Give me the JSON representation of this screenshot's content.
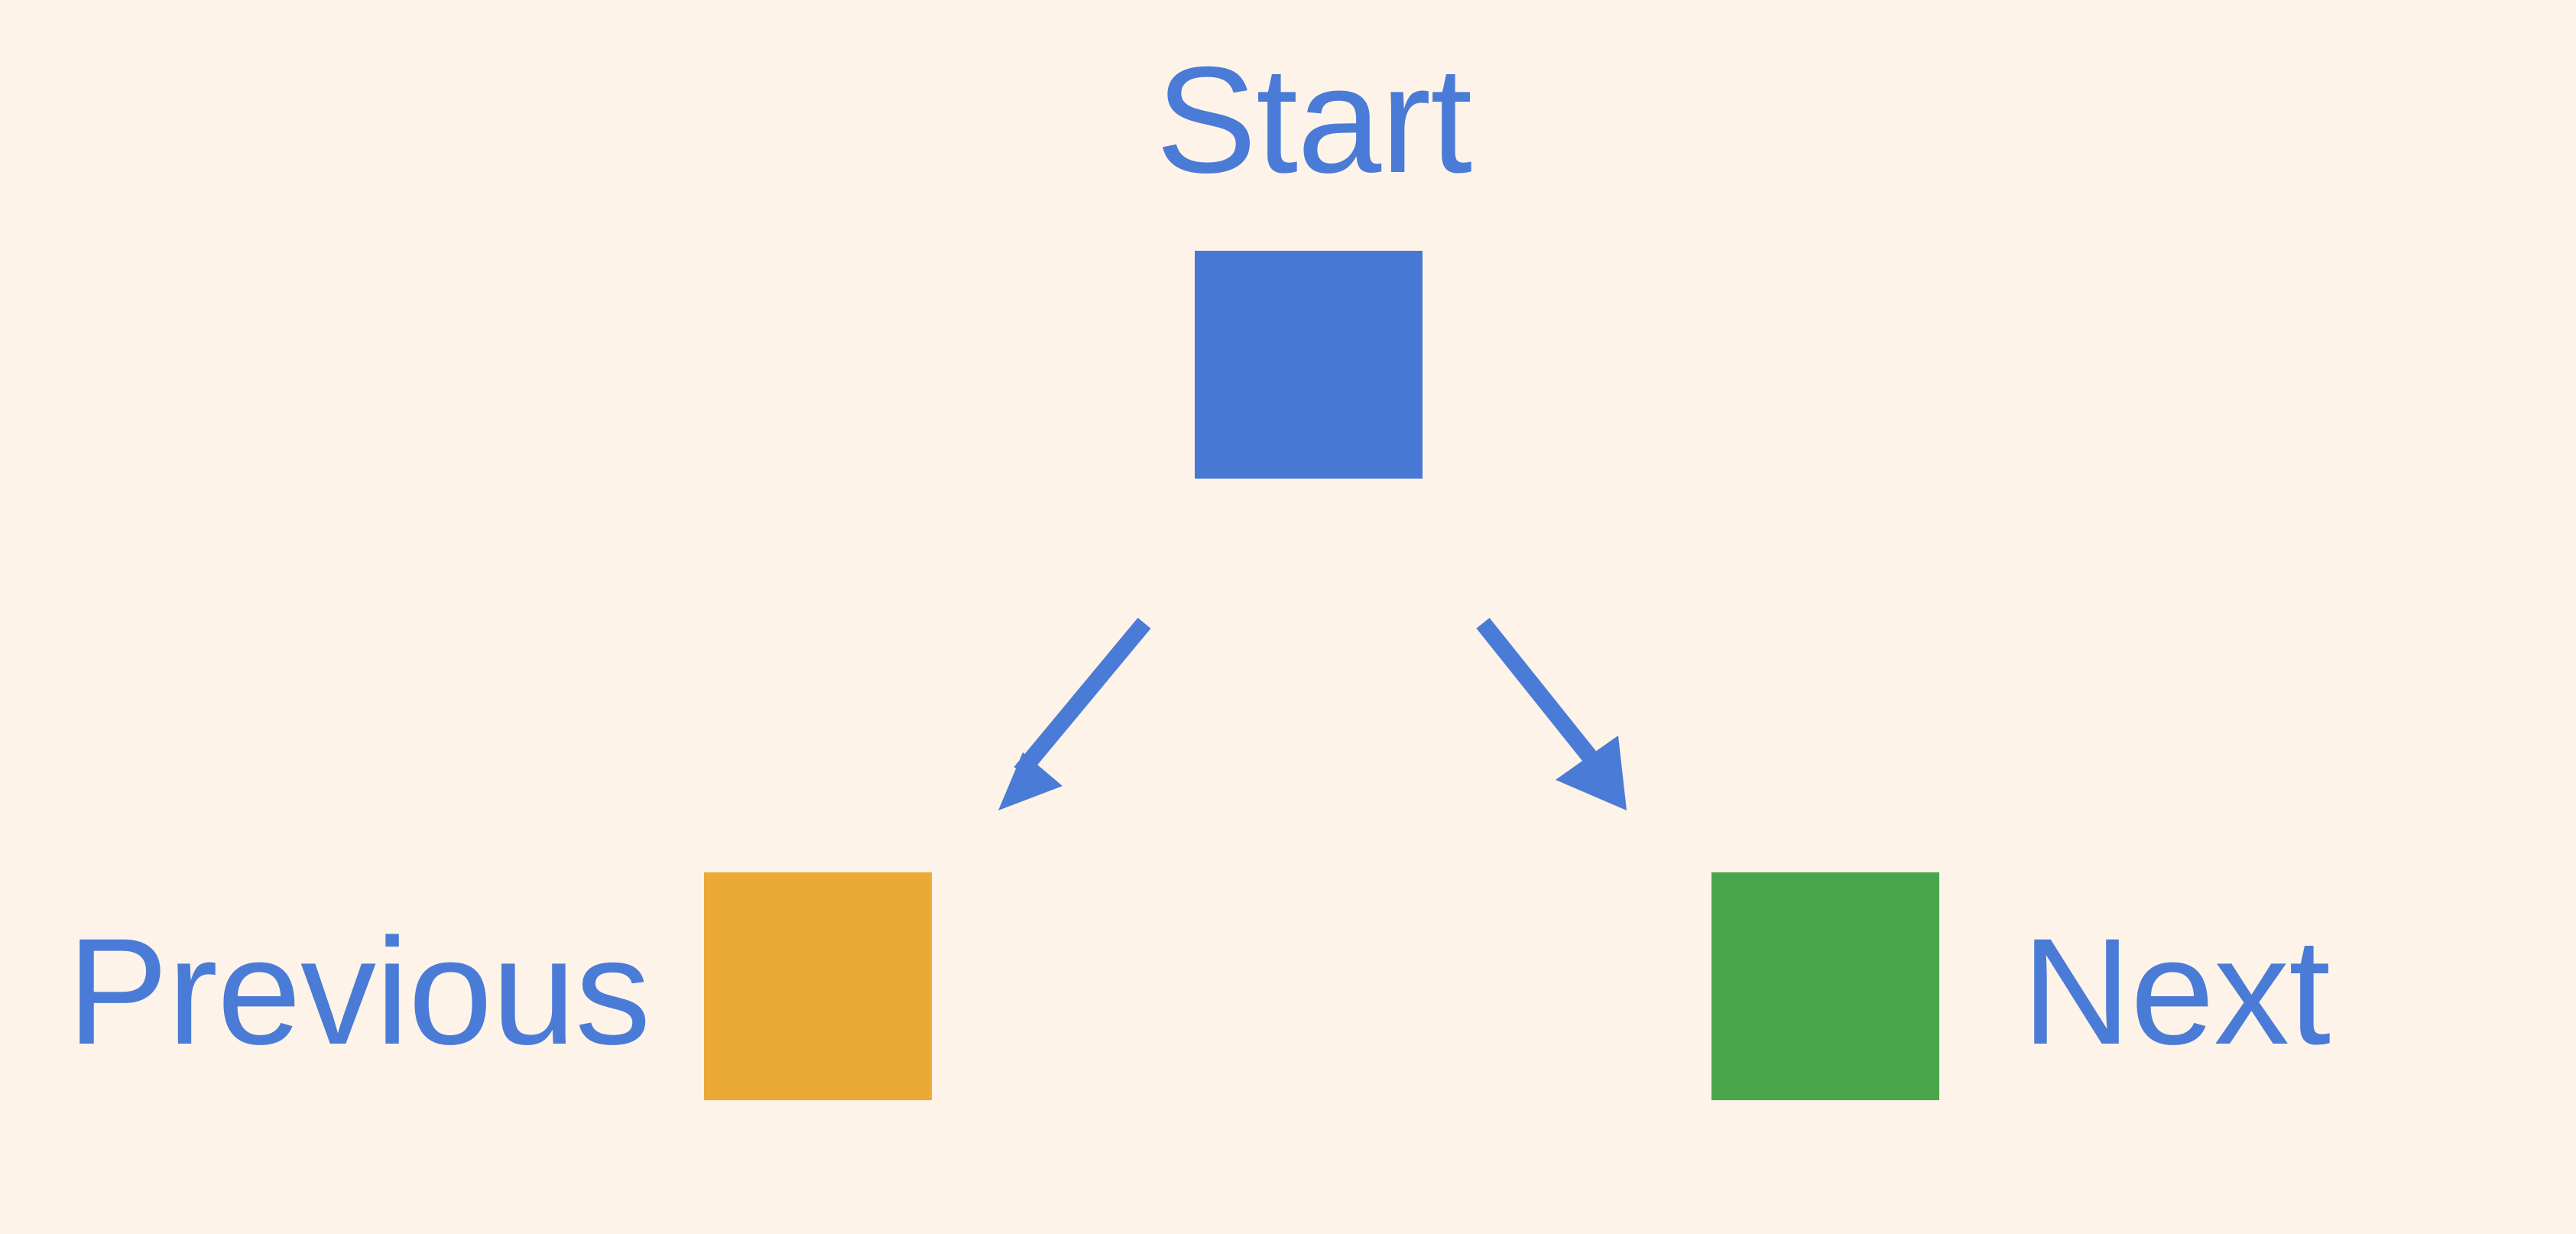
{
  "colors": {
    "background": "#fdf3e8",
    "text": "#4a7bd6",
    "arrow": "#4a7bd6",
    "start_node": "#4779d4",
    "previous_node": "#eba935",
    "next_node": "#4aa64b"
  },
  "nodes": {
    "start": {
      "label": "Start"
    },
    "previous": {
      "label": "Previous"
    },
    "next": {
      "label": "Next"
    }
  },
  "edges": [
    {
      "from": "start",
      "to": "previous"
    },
    {
      "from": "start",
      "to": "next"
    }
  ]
}
